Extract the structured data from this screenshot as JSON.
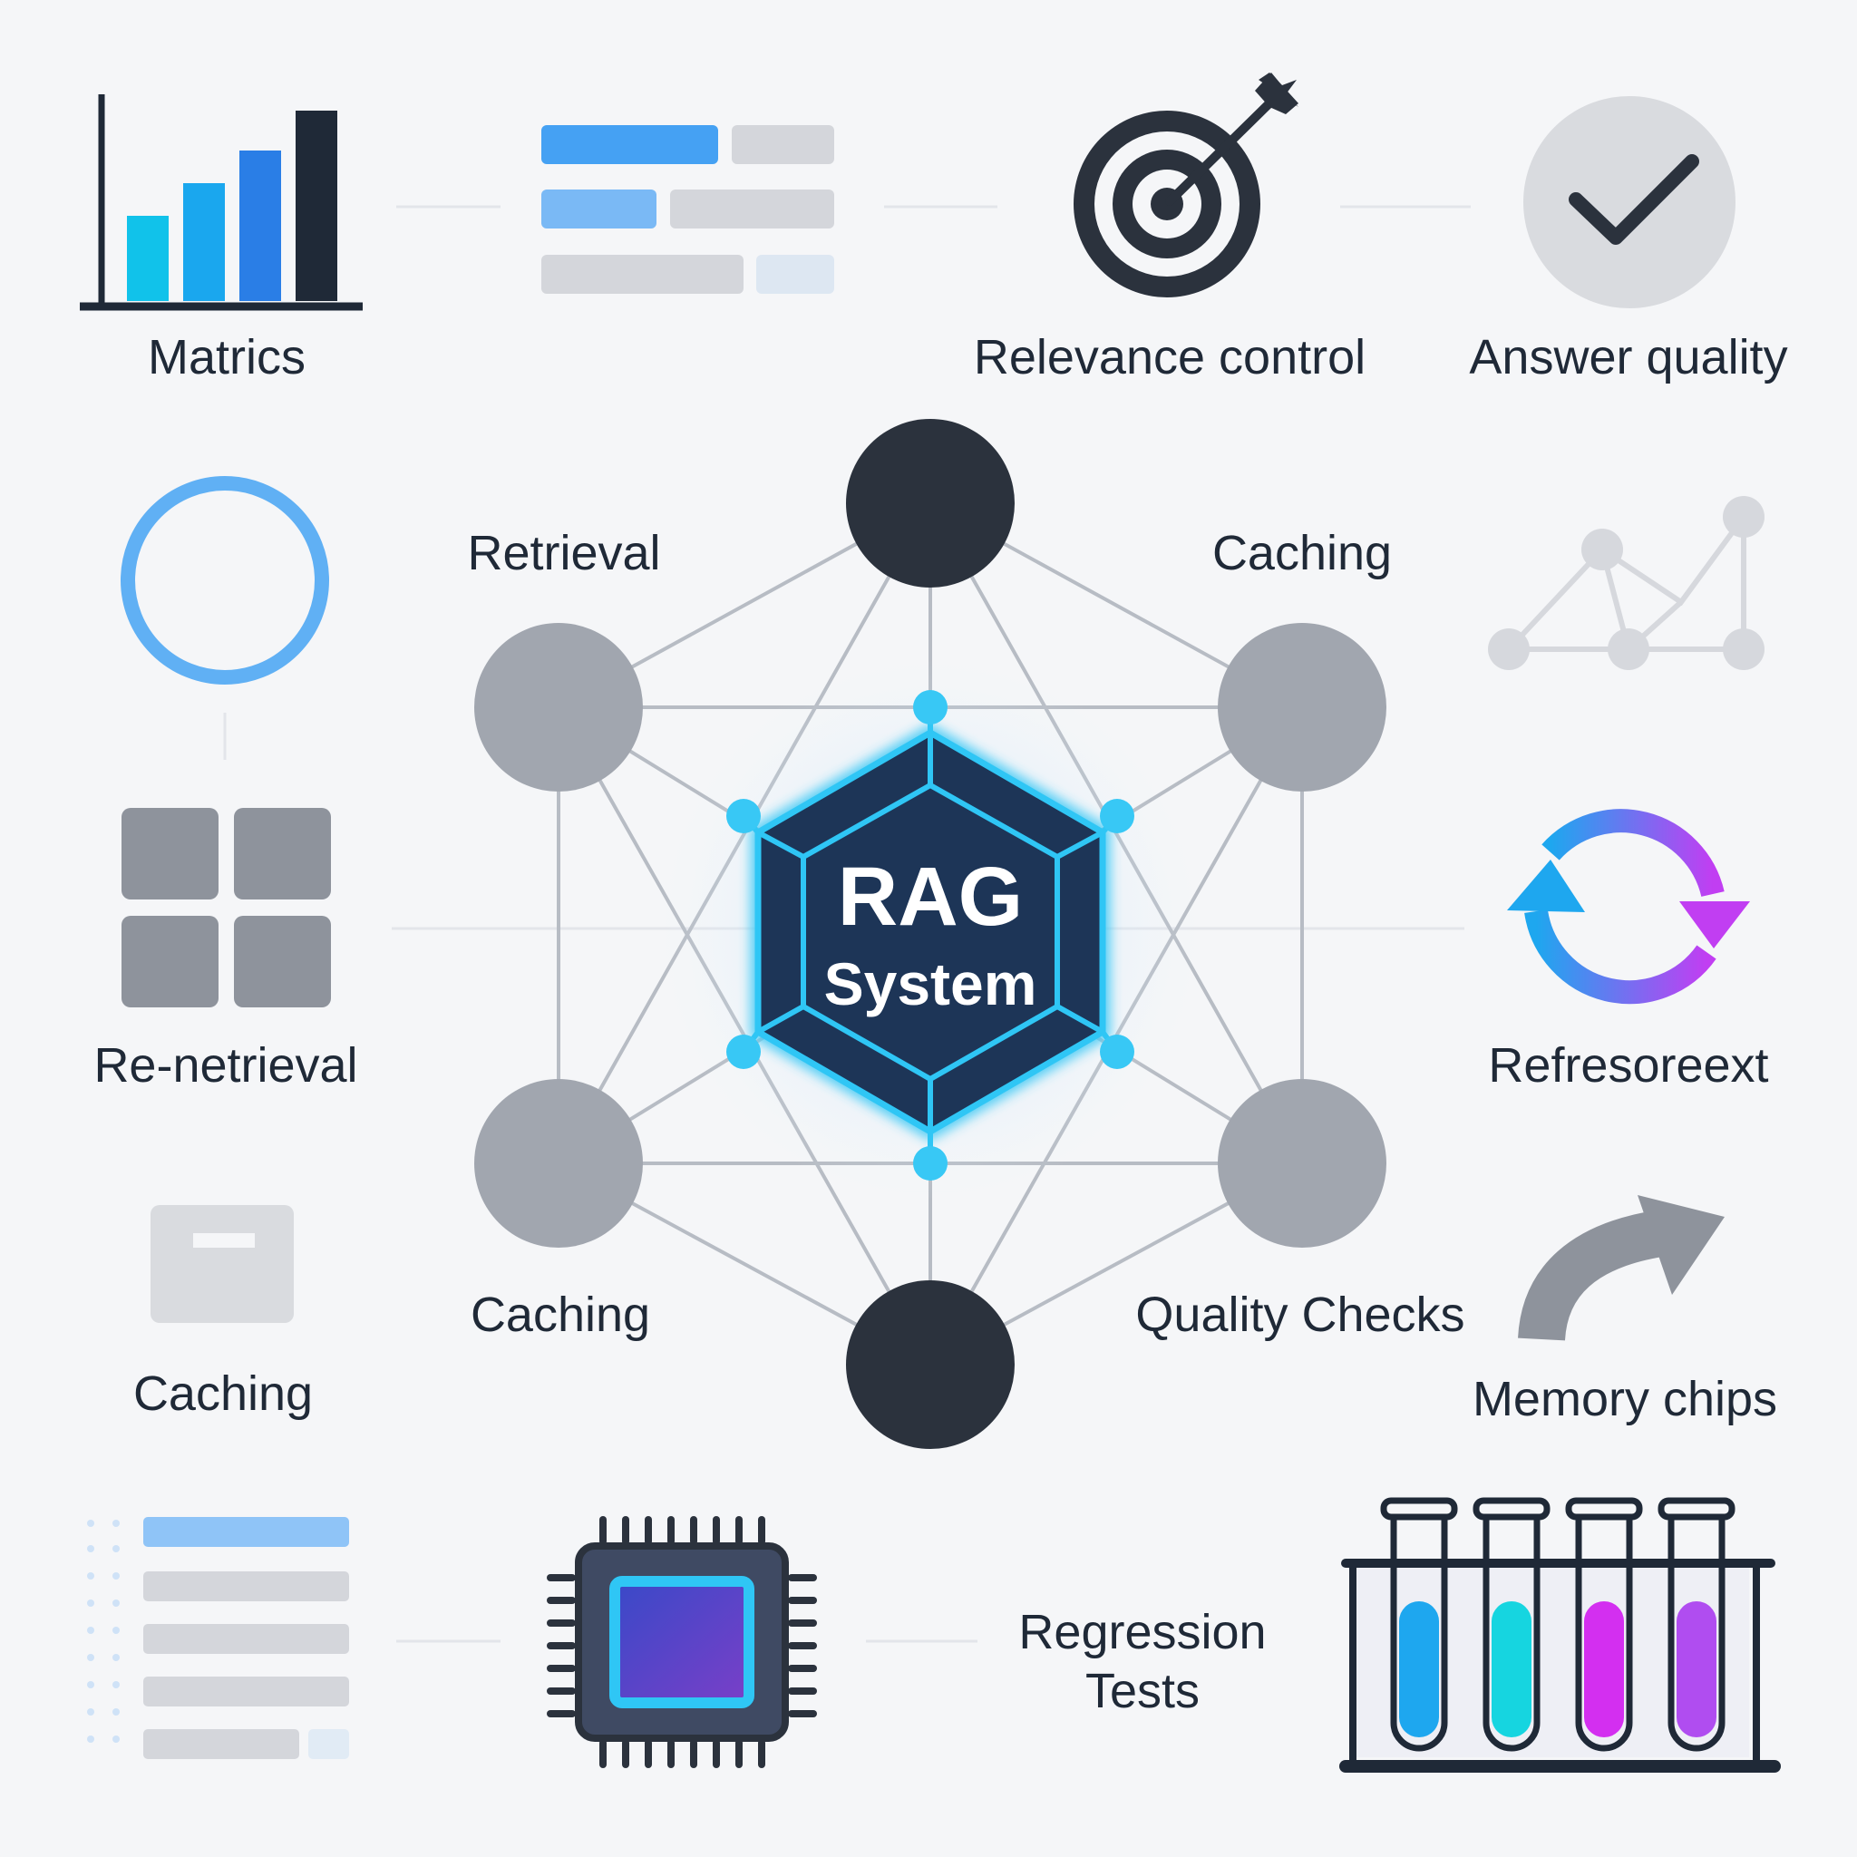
{
  "hub": {
    "line1": "RAG",
    "line2": "System"
  },
  "diagram": {
    "inner_labels": {
      "top_left": "Retrieval",
      "top_right": "Caching",
      "bottom_left": "Caching",
      "bottom_right": "Quality Checks"
    }
  },
  "tiles": {
    "matrics": "Matrics",
    "relevance": "Relevance control",
    "answer": "Answer quality",
    "renetrieval": "Re-netrieval",
    "refresh": "Refresoreext",
    "caching": "Caching",
    "memory": "Memory chips",
    "regression_1": "Regression",
    "regression_2": "Tests"
  },
  "colors": {
    "dark_node": "#2b323d",
    "grey_node": "#a1a6af",
    "edge": "#b7bcc4",
    "hub_fill": "#1d3557",
    "glow": "#38c8f5",
    "accent_blue": "#3b9cf0",
    "accent_purple": "#c048f0"
  },
  "icons": [
    "bar-chart-icon",
    "list-bars-icon",
    "target-icon",
    "check-circle-icon",
    "ring-icon",
    "line-graph-icon",
    "grid-icon",
    "refresh-icon",
    "box-icon",
    "curved-arrow-icon",
    "list-icon",
    "chip-icon",
    "test-tubes-icon"
  ]
}
